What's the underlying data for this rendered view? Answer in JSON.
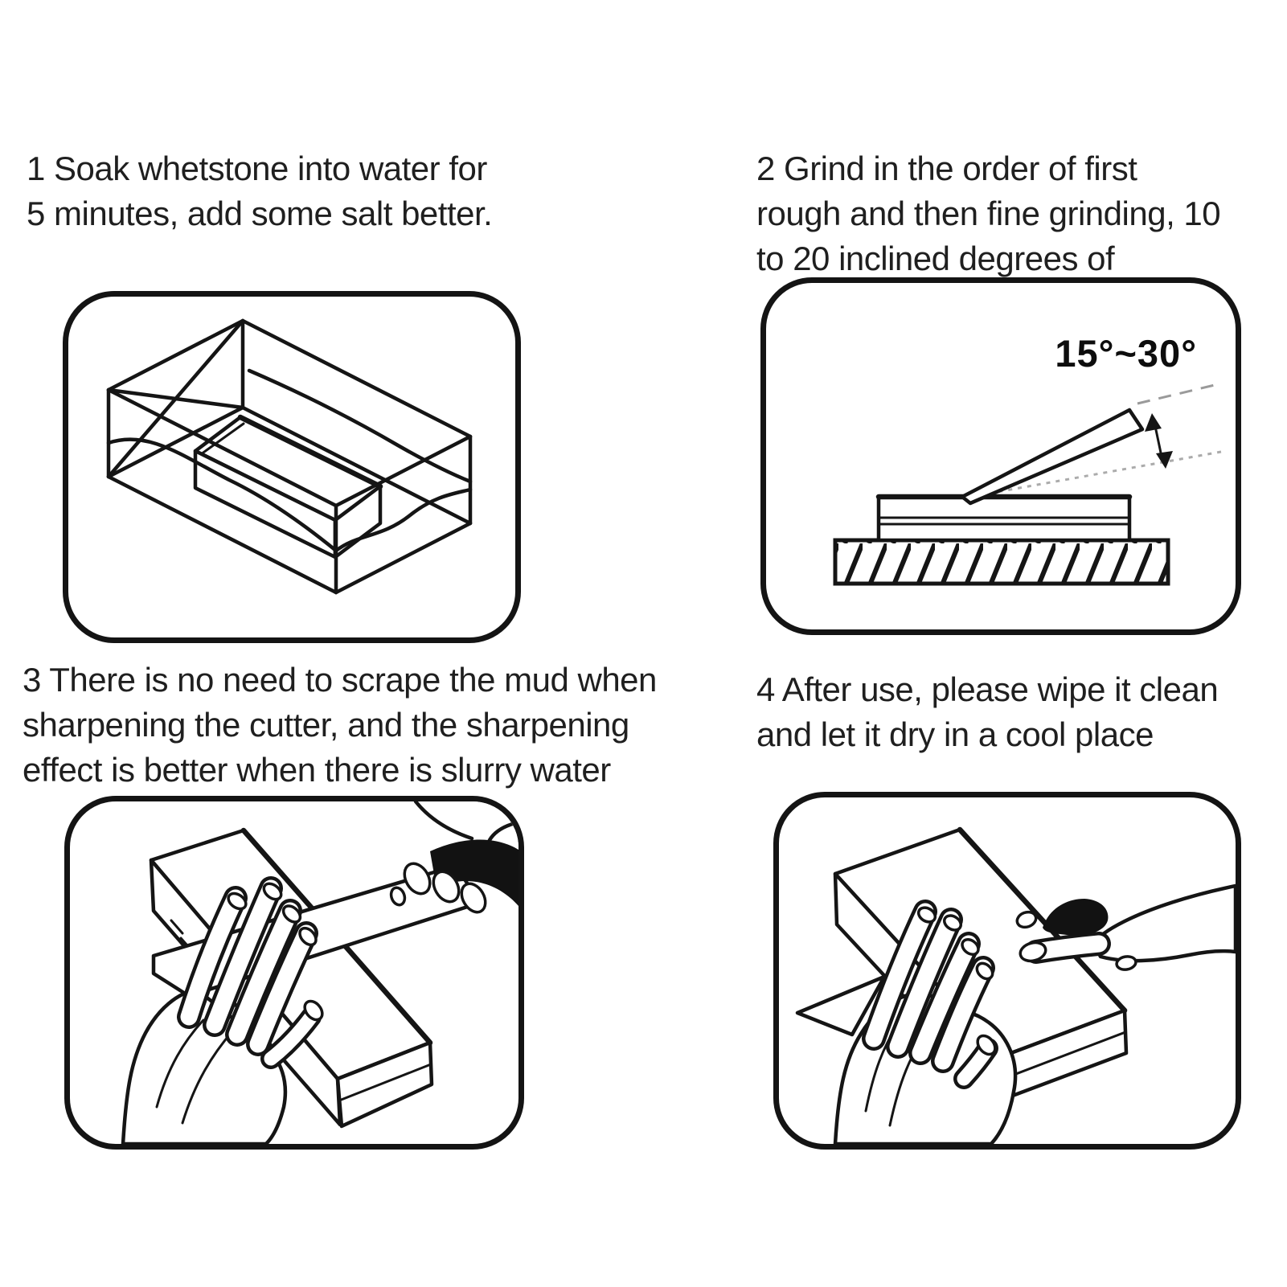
{
  "page": {
    "background": "#ffffff",
    "ink": "#1f1f1f"
  },
  "steps": [
    {
      "label": "1 Soak whetstone into water for\n5 minutes, add some salt better."
    },
    {
      "label": "2 Grind in the order of first\nrough and then fine grinding, 10\nto 20 inclined degrees of"
    },
    {
      "label": "3 There is no need to scrape the mud when\nsharpening the cutter, and the sharpening\neffect is better when there is slurry water"
    },
    {
      "label": "4 After use, please wipe it clean\nand let it dry in a cool place"
    }
  ],
  "panels": {
    "grind": {
      "angle_label": "15°~30°"
    }
  }
}
